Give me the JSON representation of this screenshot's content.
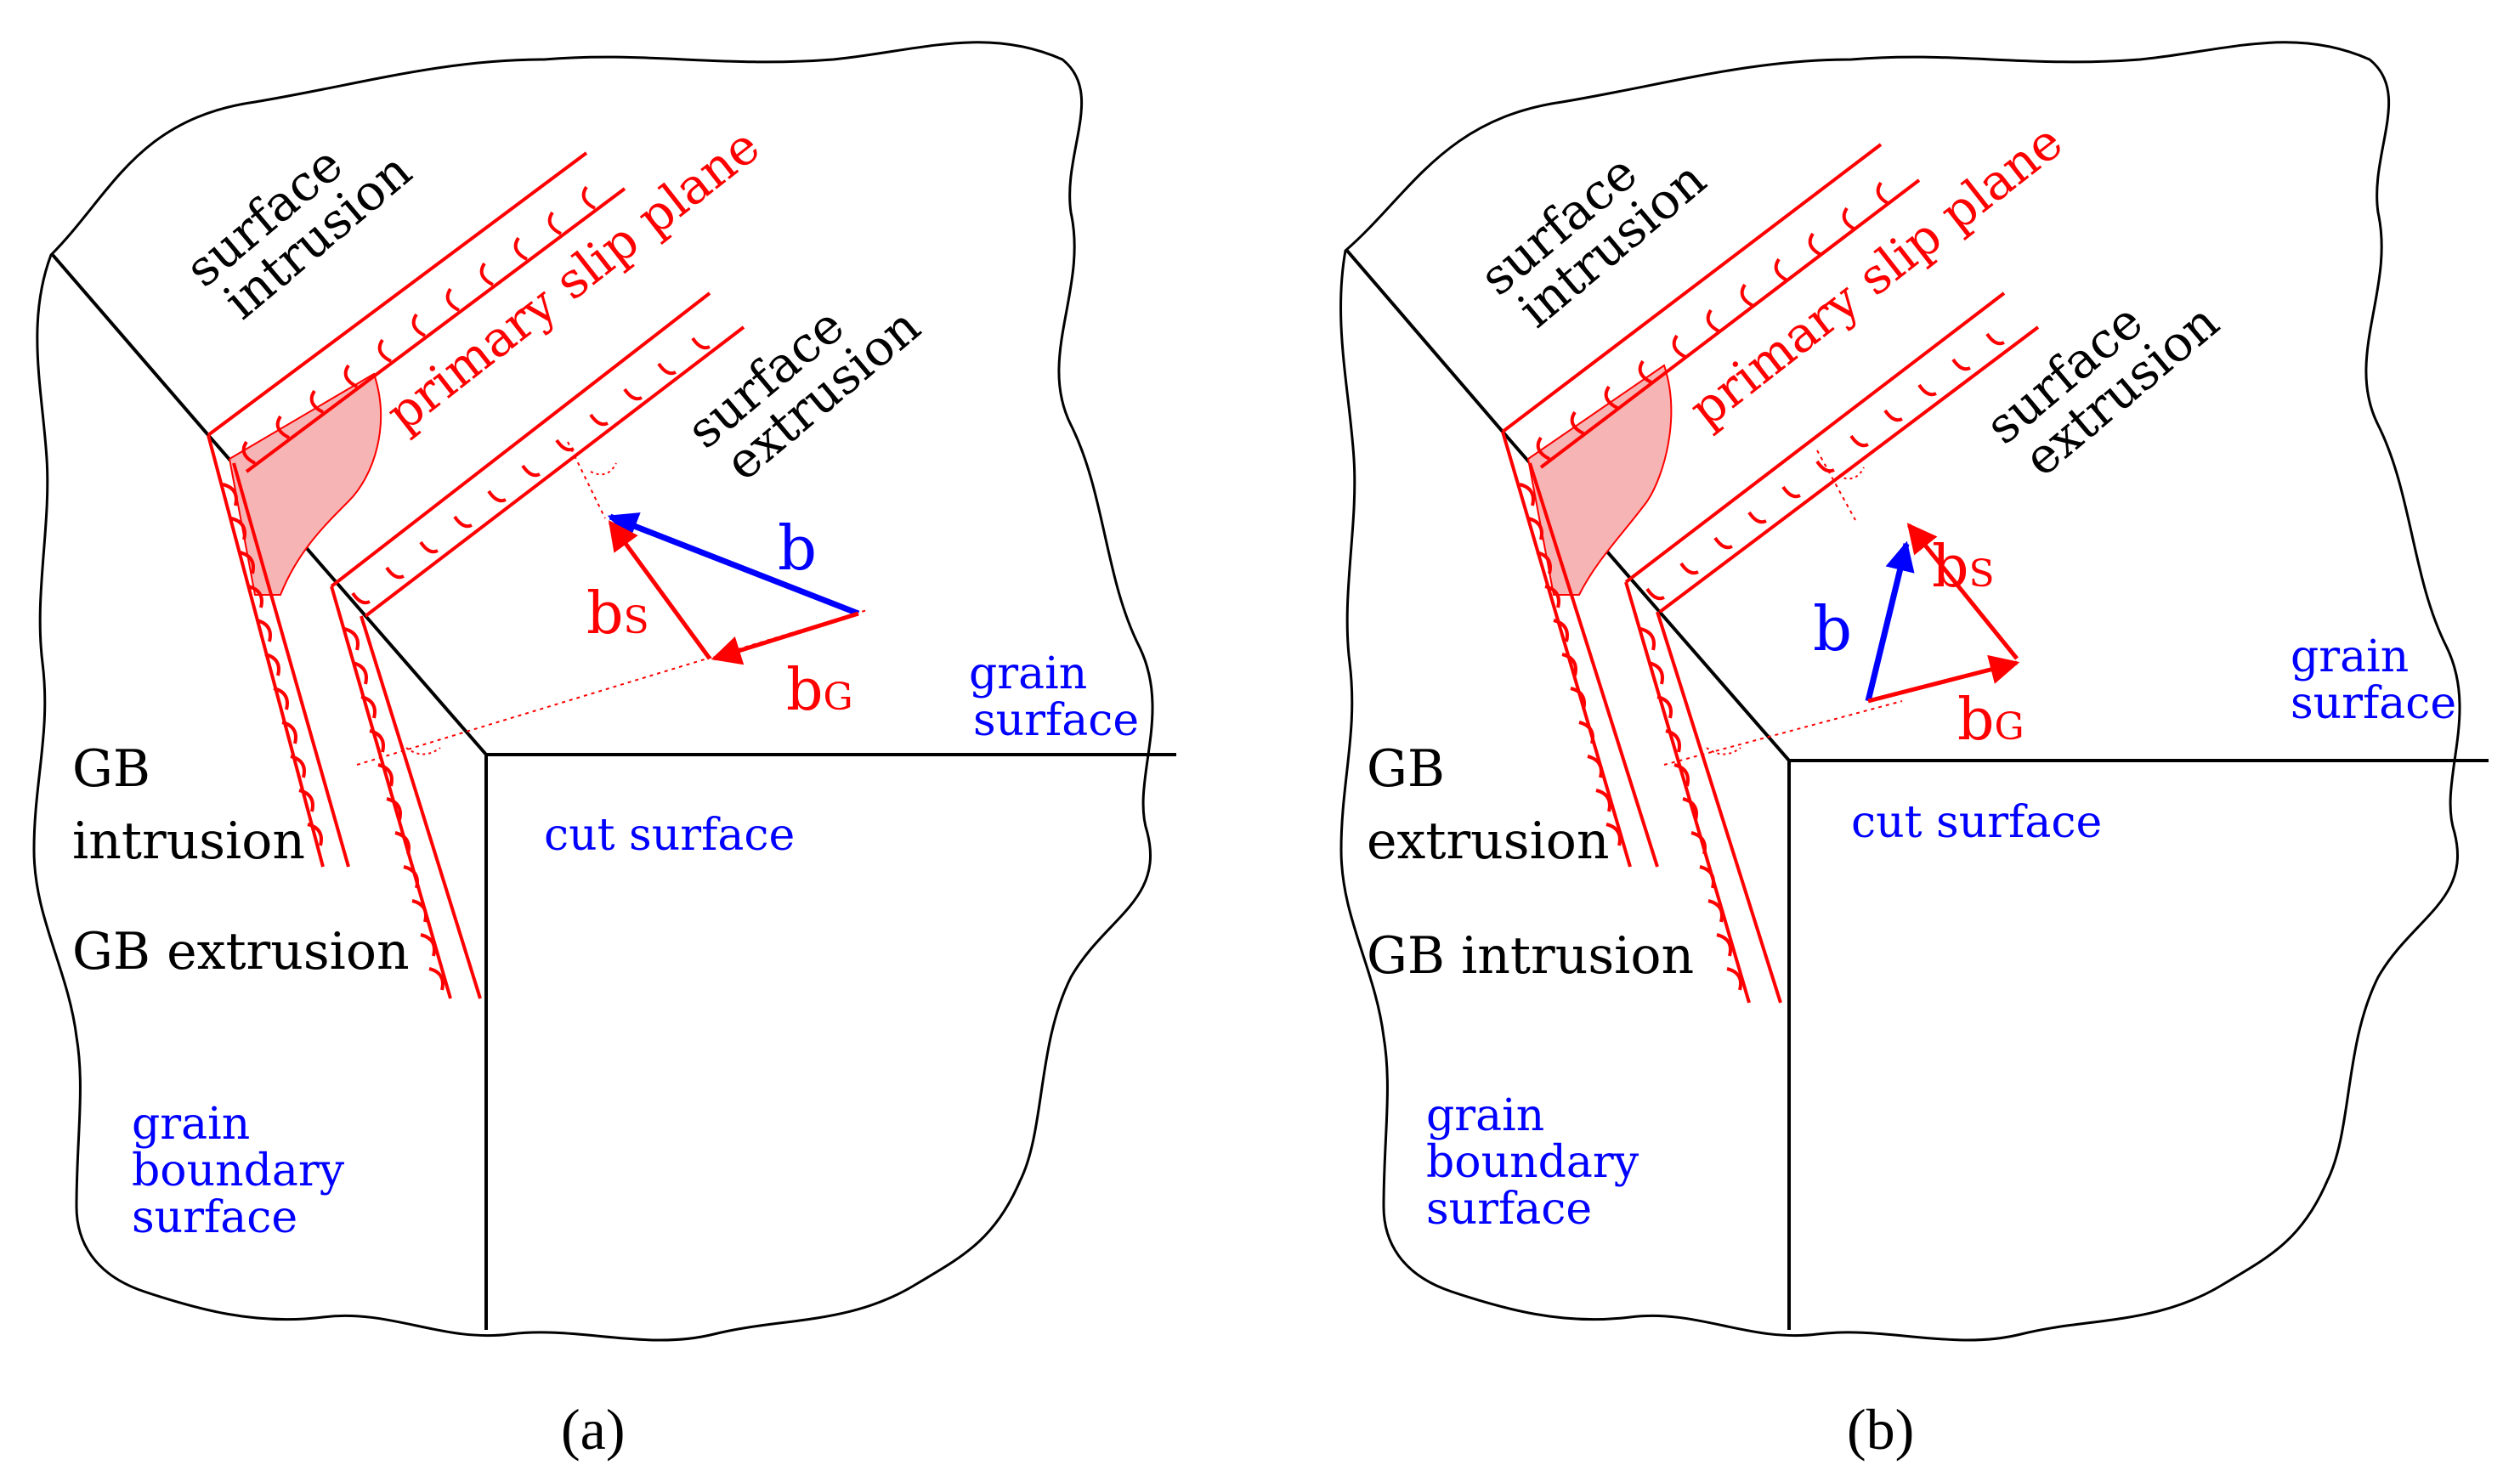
{
  "colors": {
    "red": "#ff0000",
    "blue": "#0000ff",
    "black": "#000000",
    "shade": "#f7b4b4"
  },
  "panels": [
    {
      "caption": "(a)",
      "labels": {
        "surface_intrusion_1": "surface",
        "surface_intrusion_2": "intrusion",
        "primary_slip_plane": "primary slip plane",
        "surface_extrusion_1": "surface",
        "surface_extrusion_2": "extrusion",
        "gb_top_1": "GB",
        "gb_top_2": "intrusion",
        "gb_bottom": "GB extrusion",
        "grain_surface_1": "grain",
        "grain_surface_2": "surface",
        "cut_surface": "cut surface",
        "gb_surface_1": "grain",
        "gb_surface_2": "boundary",
        "gb_surface_3": "surface",
        "vec_b": "b",
        "vec_bs_main": "b",
        "vec_bs_sub": "S",
        "vec_bg_main": "b",
        "vec_bg_sub": "G"
      }
    },
    {
      "caption": "(b)",
      "labels": {
        "surface_intrusion_1": "surface",
        "surface_intrusion_2": "intrusion",
        "primary_slip_plane": "primary slip plane",
        "surface_extrusion_1": "surface",
        "surface_extrusion_2": "extrusion",
        "gb_top_1": "GB",
        "gb_top_2": "extrusion",
        "gb_bottom": "GB intrusion",
        "grain_surface_1": "grain",
        "grain_surface_2": "surface",
        "cut_surface": "cut surface",
        "gb_surface_1": "grain",
        "gb_surface_2": "boundary",
        "gb_surface_3": "surface",
        "vec_b": "b",
        "vec_bs_main": "b",
        "vec_bs_sub": "S",
        "vec_bg_main": "b",
        "vec_bg_sub": "G"
      }
    }
  ]
}
